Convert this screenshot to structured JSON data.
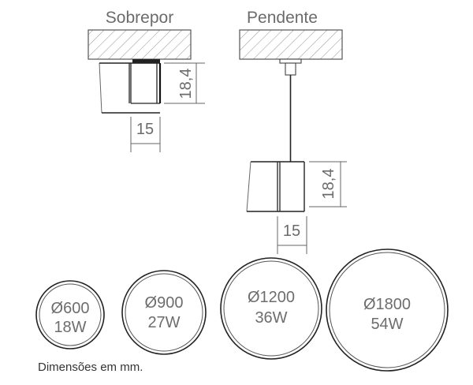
{
  "views": {
    "surface": {
      "title": "Sobrepor",
      "height": "18,4",
      "width": "15"
    },
    "pendant": {
      "title": "Pendente",
      "height": "18,4",
      "width": "15"
    }
  },
  "sizes": [
    {
      "diameter": "Ø600",
      "power": "18W"
    },
    {
      "diameter": "Ø900",
      "power": "27W"
    },
    {
      "diameter": "Ø1200",
      "power": "36W"
    },
    {
      "diameter": "Ø1800",
      "power": "54W"
    }
  ],
  "footnote": "Dimensões em mm.",
  "colors": {
    "line": "#444444",
    "text": "#6b6b6b",
    "hatch": "#8a8a8a"
  }
}
